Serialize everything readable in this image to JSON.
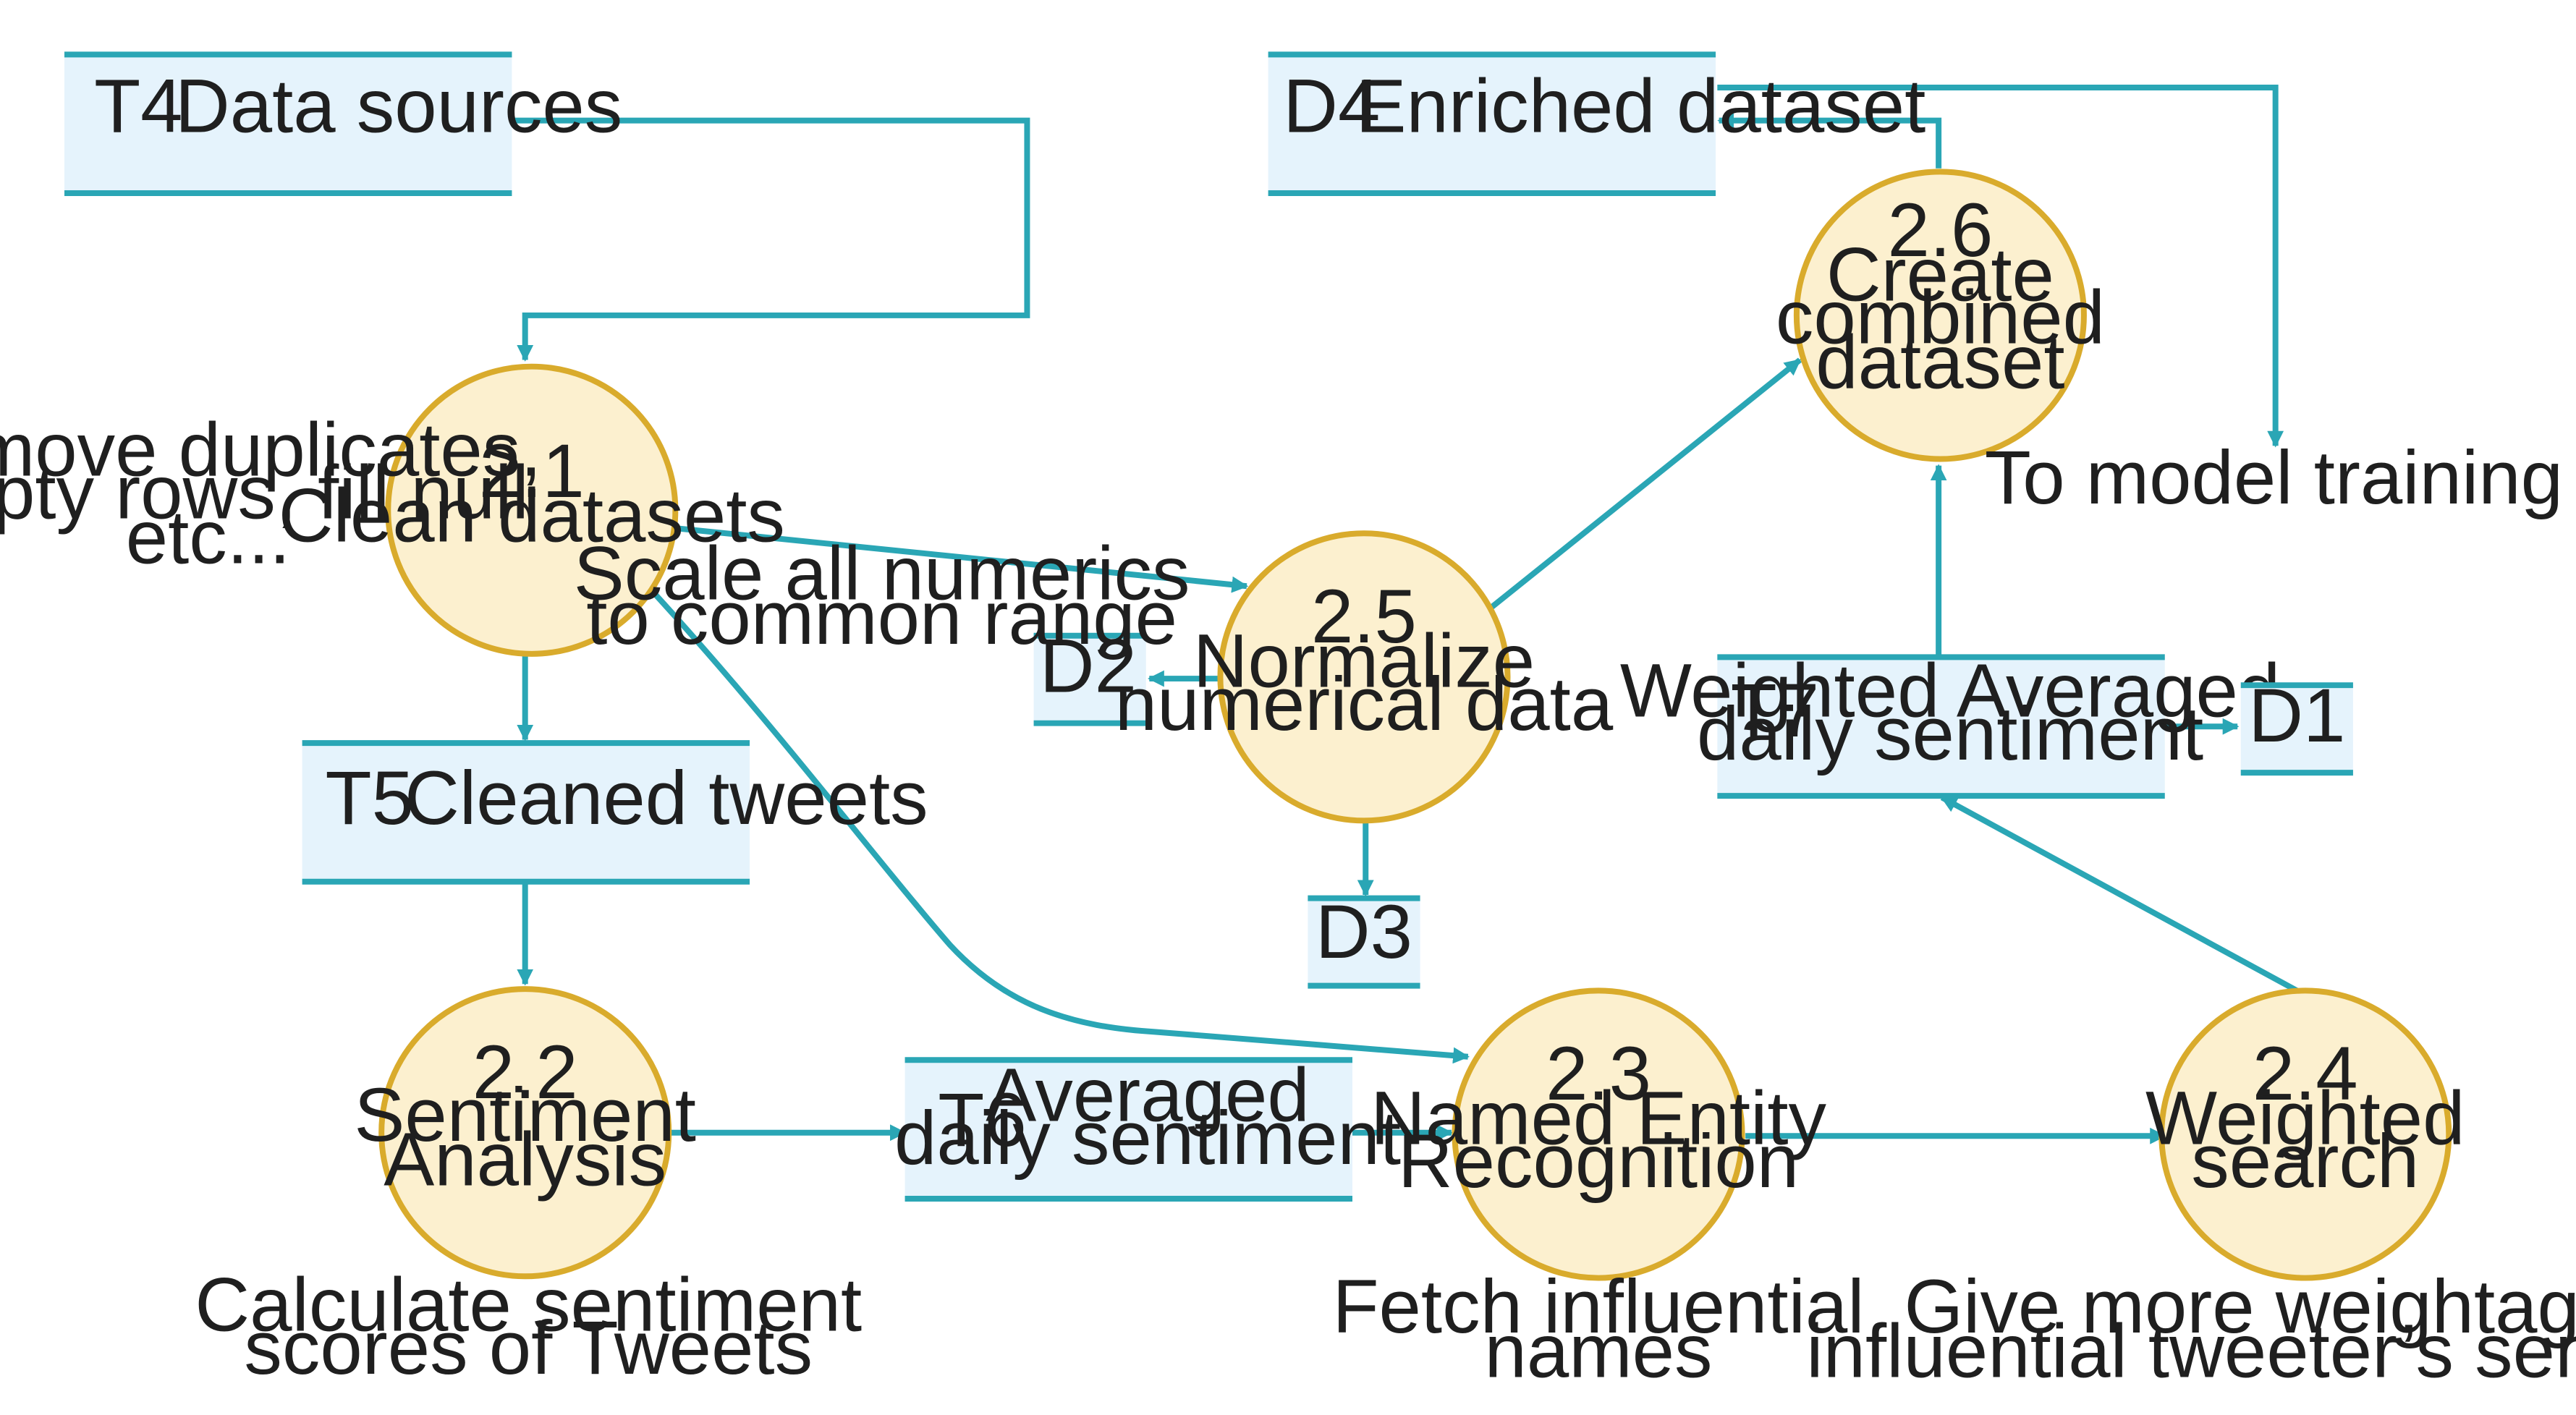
{
  "stores": {
    "t4": {
      "id": "T4",
      "label": "Data sources"
    },
    "d4": {
      "id": "D4",
      "label": "Enriched dataset"
    },
    "t5": {
      "id": "T5",
      "label": "Cleaned tweets"
    },
    "t6": {
      "id": "T6",
      "label_line1": "Averaged",
      "label_line2": "daily sentiment"
    },
    "t7": {
      "id": "T7",
      "label_line1": "Weighted Averaged",
      "label_line2": "daily sentiment"
    },
    "d1": {
      "id": "D1"
    },
    "d2": {
      "id": "D2"
    },
    "d3": {
      "id": "D3"
    }
  },
  "processes": {
    "p21": {
      "num": "2.1",
      "line1": "Clean datasets"
    },
    "p22": {
      "num": "2.2",
      "line1": "Sentiment",
      "line2": "Analysis"
    },
    "p23": {
      "num": "2.3",
      "line1": "Named Entity",
      "line2": "Recognition"
    },
    "p24": {
      "num": "2.4",
      "line1": "Weighted",
      "line2": "search"
    },
    "p25": {
      "num": "2.5",
      "line1": "Normalize",
      "line2": "numerical data"
    },
    "p26": {
      "num": "2.6",
      "line1": "Create",
      "line2": "combined",
      "line3": "dataset"
    }
  },
  "notes": {
    "clean": [
      "Remove duplicates,",
      "empty rows, fill null",
      "etc..."
    ],
    "scale": [
      "Scale all numerics",
      "to common range"
    ],
    "sentiment": [
      "Calculate sentiment",
      "scores of Tweets"
    ],
    "fetch": [
      "Fetch influential",
      "names"
    ],
    "weight": [
      "Give more weightage to",
      "influential tweeter’s sentiment"
    ],
    "training": "To model training"
  },
  "colors": {
    "flow": "#2aa6b5",
    "store_fill": "#e5f3fc",
    "process_fill": "#fcf0cf",
    "process_stroke": "#d9ab2c"
  }
}
